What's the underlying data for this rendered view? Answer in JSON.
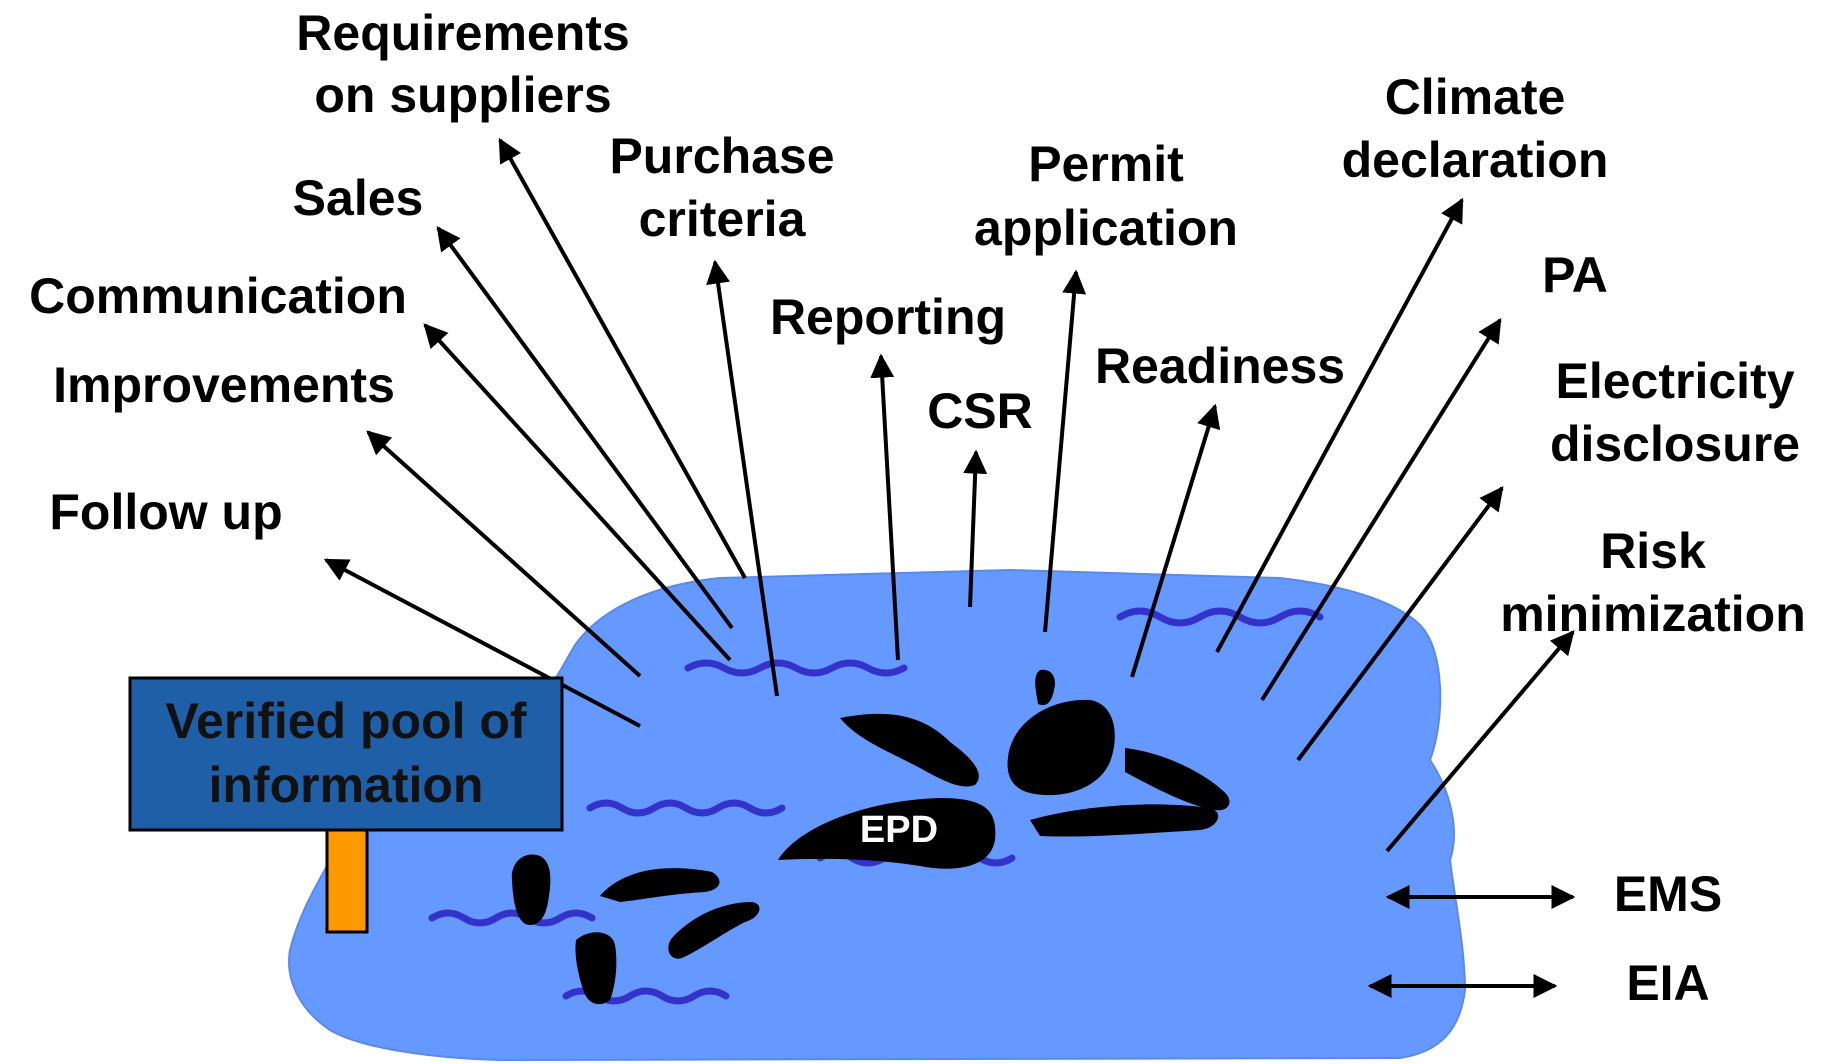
{
  "sign": {
    "line1": "Verified pool of",
    "line2": "information"
  },
  "pool_label": "EPD",
  "labels": {
    "requirements_l1": "Requirements",
    "requirements_l2": "on suppliers",
    "sales": "Sales",
    "communication": "Communication",
    "improvements": "Improvements",
    "follow_up": "Follow up",
    "purchase_l1": "Purchase",
    "purchase_l2": "criteria",
    "reporting": "Reporting",
    "csr": "CSR",
    "permit_l1": "Permit",
    "permit_l2": "application",
    "readiness": "Readiness",
    "climate_l1": "Climate",
    "climate_l2": "declaration",
    "pa": "PA",
    "electricity_l1": "Electricity",
    "electricity_l2": "disclosure",
    "risk_l1": "Risk",
    "risk_l2": "minimization",
    "ems": "EMS",
    "eia": "EIA"
  },
  "colors": {
    "pool": "#6699ff",
    "wave": "#3333cc",
    "sign_fill": "#1f5fa8",
    "sign_post": "#ff9900",
    "swimmer": "#000000",
    "arrow": "#000000"
  }
}
